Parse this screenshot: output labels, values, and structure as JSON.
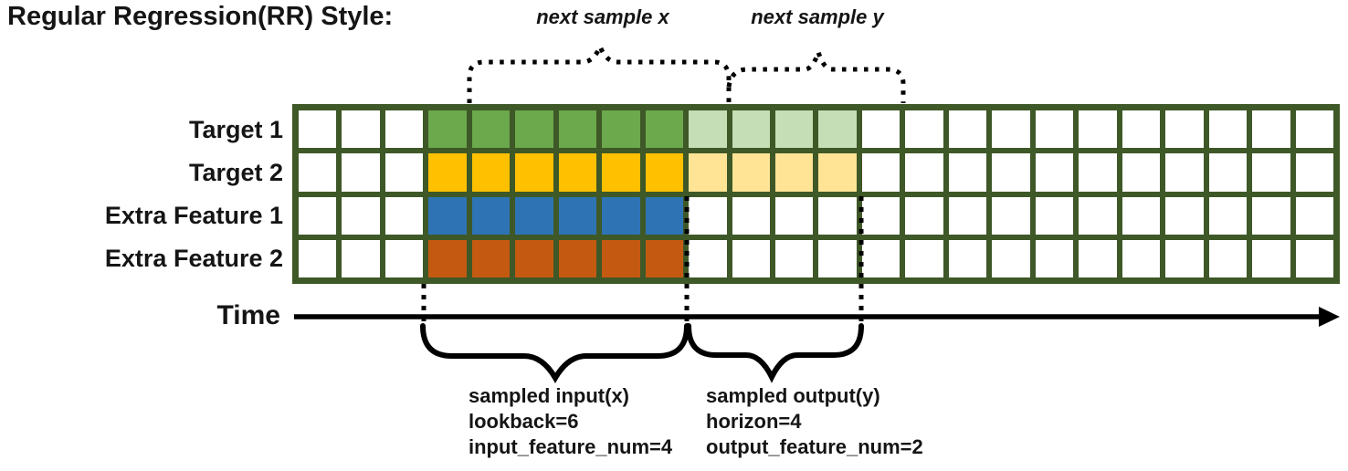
{
  "title": "Regular Regression(RR) Style:",
  "top_annotations": {
    "next_sample_x": "next sample x",
    "next_sample_y": "next sample y"
  },
  "time_axis": {
    "label": "Time"
  },
  "grid": {
    "columns": 24,
    "lookback": 6,
    "horizon": 4,
    "line_color": "#3E5827",
    "cell_color_empty": "#FFFFFF",
    "rows": [
      {
        "label": "Target 1",
        "input_color": "#6CA84C",
        "output_color": "#C5DEB5",
        "cells": [
          "e",
          "e",
          "e",
          "i",
          "i",
          "i",
          "i",
          "i",
          "i",
          "o",
          "o",
          "o",
          "o",
          "e",
          "e",
          "e",
          "e",
          "e",
          "e",
          "e",
          "e",
          "e",
          "e",
          "e"
        ]
      },
      {
        "label": "Target 2",
        "input_color": "#FFC000",
        "output_color": "#FFE495",
        "cells": [
          "e",
          "e",
          "e",
          "i",
          "i",
          "i",
          "i",
          "i",
          "i",
          "o",
          "o",
          "o",
          "o",
          "e",
          "e",
          "e",
          "e",
          "e",
          "e",
          "e",
          "e",
          "e",
          "e",
          "e"
        ]
      },
      {
        "label": "Extra Feature 1",
        "input_color": "#2E74B5",
        "output_color": null,
        "cells": [
          "e",
          "e",
          "e",
          "i",
          "i",
          "i",
          "i",
          "i",
          "i",
          "e",
          "e",
          "e",
          "e",
          "e",
          "e",
          "e",
          "e",
          "e",
          "e",
          "e",
          "e",
          "e",
          "e",
          "e"
        ]
      },
      {
        "label": "Extra Feature 2",
        "input_color": "#C45A11",
        "output_color": null,
        "cells": [
          "e",
          "e",
          "e",
          "i",
          "i",
          "i",
          "i",
          "i",
          "i",
          "e",
          "e",
          "e",
          "e",
          "e",
          "e",
          "e",
          "e",
          "e",
          "e",
          "e",
          "e",
          "e",
          "e",
          "e"
        ]
      }
    ]
  },
  "bottom_annotations": {
    "input": {
      "lines": [
        "sampled input(x)",
        "lookback=6",
        "input_feature_num=4"
      ]
    },
    "output": {
      "lines": [
        "sampled output(y)",
        "horizon=4",
        "output_feature_num=2"
      ]
    }
  }
}
